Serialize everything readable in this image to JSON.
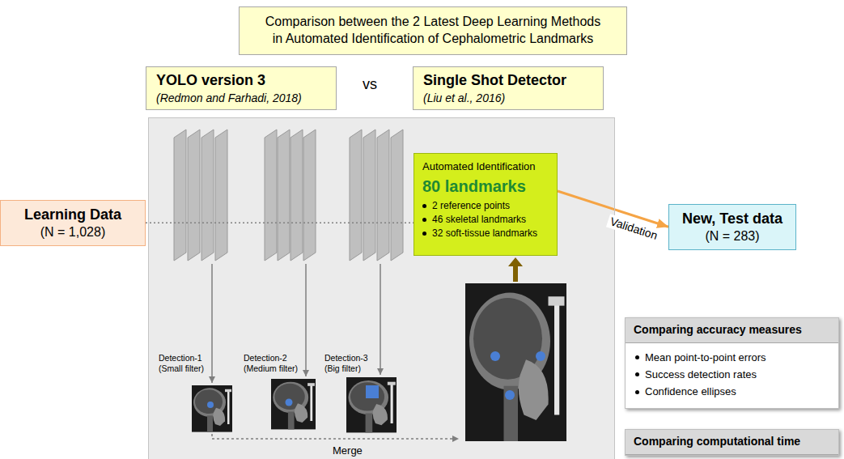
{
  "diagram": {
    "title": "Comparison between the 2 Latest Deep Learning Methods in Automated Identification of Cephalometric Landmarks",
    "nodes": [
      {
        "text": [
          "YOLO version 3",
          "(Redmon and Farhadi, 2018)"
        ]
      },
      {
        "text": [
          "Single Shot Detector",
          "(Liu et al., 2016)"
        ]
      },
      {
        "text": [
          "Learning Data",
          "(N = 1,028)"
        ]
      },
      {
        "text": [
          "Detection-1 (Small filter)",
          "Detection-2 (Medium filter)",
          "Detection-3 (Big filter)",
          "Merge"
        ]
      },
      {
        "text": [
          "Automated Identification",
          "80 landmarks",
          "2 reference points",
          "46 skeletal landmarks",
          "32 soft-tissue landmarks"
        ],
        "in": 3
      },
      {
        "text": [
          "New, Test data",
          "(N = 283)"
        ]
      },
      {
        "text": [
          "Comparing accuracy measures",
          "Mean point-to-point errors",
          "Success detection rates",
          "Confidence ellipses"
        ]
      },
      {
        "text": [
          "Comparing computational time"
        ]
      }
    ],
    "edges": [
      {
        "from": 2,
        "to": 4,
        "arrow": "none"
      },
      {
        "from": 4,
        "to": 5,
        "arrow": "to",
        "label": "Validation"
      }
    ],
    "labels": [
      "vs"
    ]
  }
}
